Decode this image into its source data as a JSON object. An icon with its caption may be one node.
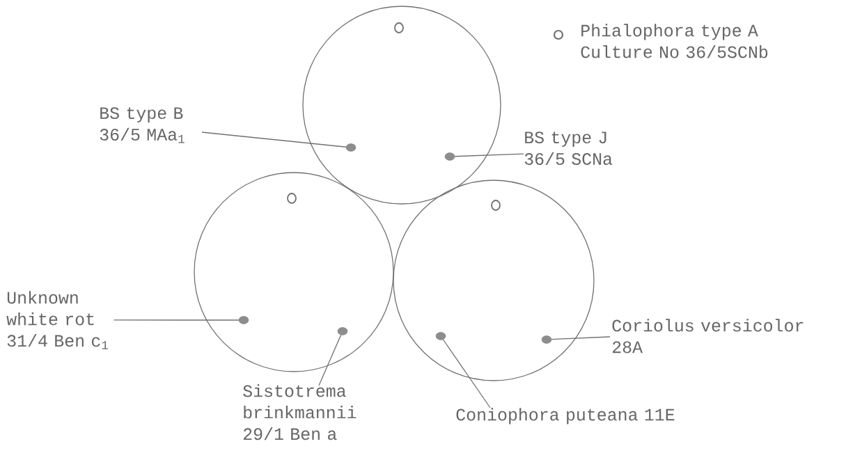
{
  "diagram": {
    "nodes": [
      {
        "text": [],
        "shape": "circle"
      },
      {
        "text": [],
        "shape": "circle"
      },
      {
        "text": [],
        "shape": "circle"
      },
      {
        "text": [],
        "shape": "circle",
        "in": 0
      },
      {
        "text": [],
        "shape": "circle",
        "in": 0
      },
      {
        "text": [],
        "shape": "circle",
        "in": 1
      },
      {
        "text": [],
        "shape": "circle",
        "in": 1
      },
      {
        "text": [],
        "shape": "circle",
        "in": 2
      },
      {
        "text": [],
        "shape": "circle",
        "in": 2
      },
      {
        "text": [
          "BS type B",
          "36/5 MAa$_{1}$"
        ]
      },
      {
        "text": [
          "BS type J",
          "36/5 SCNa"
        ]
      },
      {
        "text": [
          "Unknown white rot",
          "31/4 Ben c$_{1}$"
        ]
      },
      {
        "text": [
          "Sistotrema brinkmannii",
          "29/1 Ben a"
        ]
      },
      {
        "text": [
          "Coniophora puteana 11E"
        ]
      },
      {
        "text": [
          "Coriolus versicolor",
          "28A"
        ]
      }
    ],
    "edges": [
      {
        "from": 9,
        "to": 3,
        "arrow": "none"
      },
      {
        "from": 10,
        "to": 4,
        "arrow": "none"
      },
      {
        "from": 11,
        "to": 5,
        "arrow": "none"
      },
      {
        "from": 12,
        "to": 6,
        "arrow": "none"
      },
      {
        "from": 13,
        "to": 7,
        "arrow": "none"
      },
      {
        "from": 14,
        "to": 8,
        "arrow": "none"
      }
    ],
    "legend": [
      {
        "text": "Phialophora type A Culture No 36/5SCNb"
      }
    ]
  }
}
